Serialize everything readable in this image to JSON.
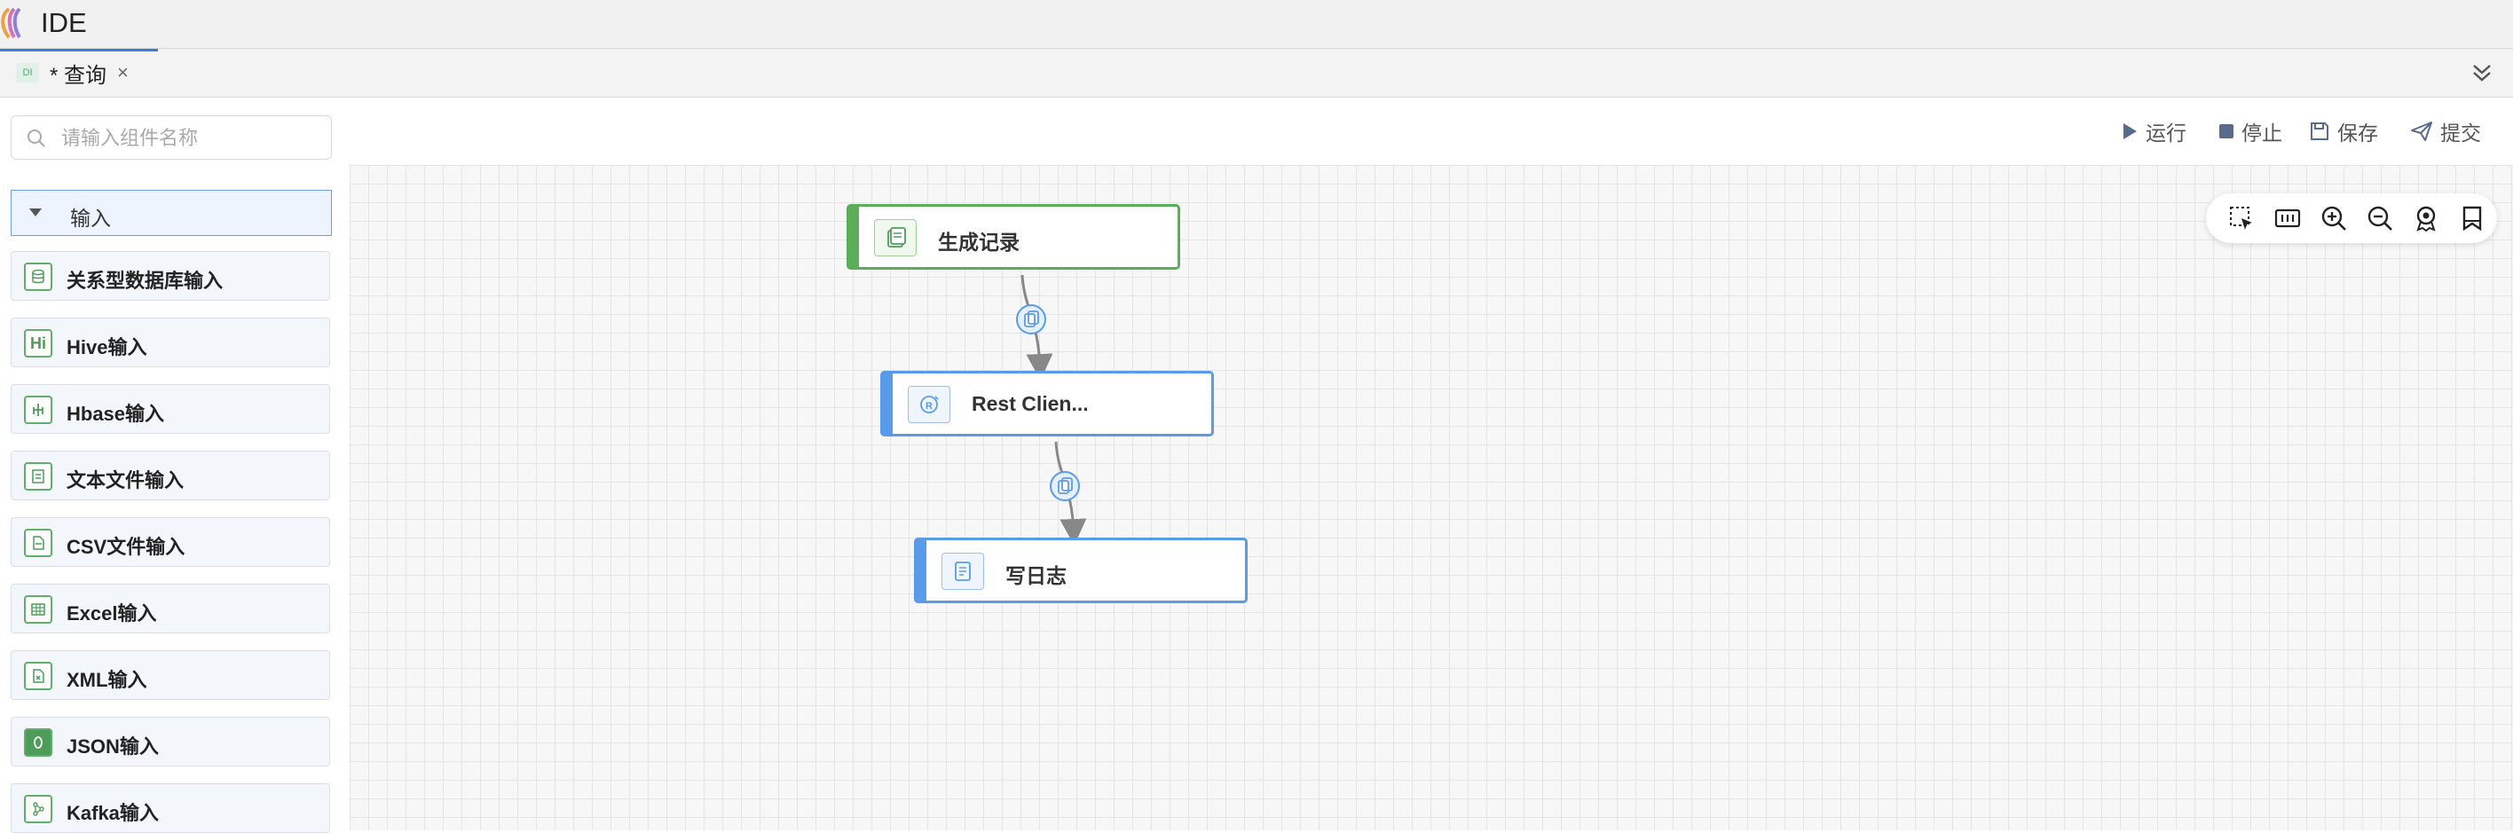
{
  "app": {
    "title": "IDE"
  },
  "tab": {
    "badge": "DI",
    "label": "* 查询",
    "close": "×"
  },
  "sidebar": {
    "search_placeholder": "请输入组件名称",
    "group": "输入",
    "items": [
      {
        "label": "关系型数据库输入",
        "icon": "database-icon",
        "glyph": ""
      },
      {
        "label": "Hive输入",
        "icon": "hive-icon",
        "glyph": "Hi"
      },
      {
        "label": "Hbase输入",
        "icon": "hbase-icon",
        "glyph": ""
      },
      {
        "label": "文本文件输入",
        "icon": "text-file-icon",
        "glyph": ""
      },
      {
        "label": "CSV文件输入",
        "icon": "csv-file-icon",
        "glyph": ""
      },
      {
        "label": "Excel输入",
        "icon": "excel-icon",
        "glyph": ""
      },
      {
        "label": "XML输入",
        "icon": "xml-icon",
        "glyph": ""
      },
      {
        "label": "JSON输入",
        "icon": "json-icon",
        "glyph": ""
      },
      {
        "label": "Kafka输入",
        "icon": "kafka-icon",
        "glyph": ""
      }
    ]
  },
  "toolbar": {
    "run": "运行",
    "stop": "停止",
    "save": "保存",
    "submit": "提交"
  },
  "canvas": {
    "nodes": [
      {
        "label": "生成记录",
        "status": "green",
        "icon": "generate-records-icon"
      },
      {
        "label": "Rest Clien...",
        "status": "blue",
        "icon": "rest-client-icon"
      },
      {
        "label": "写日志",
        "status": "blue",
        "icon": "write-log-icon"
      }
    ]
  }
}
